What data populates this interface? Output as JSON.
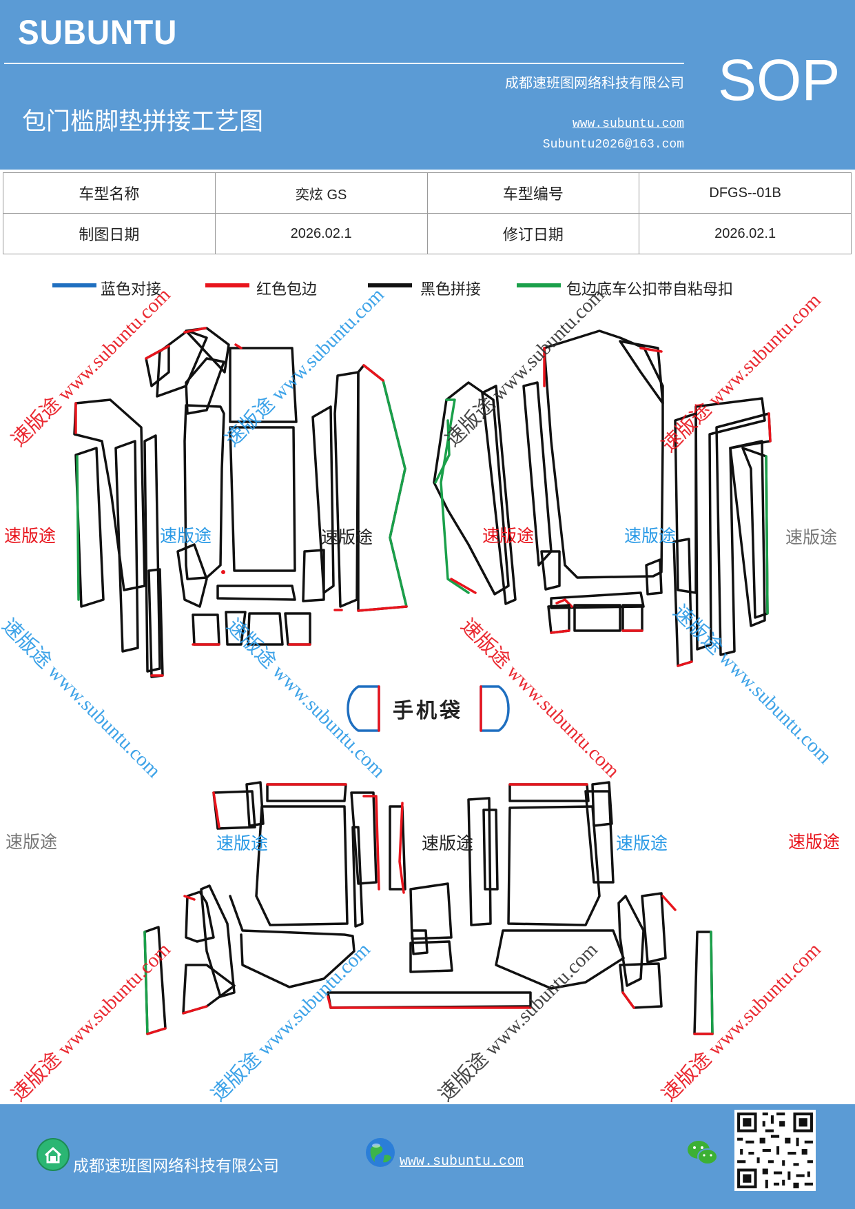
{
  "header": {
    "brand": "SUBUNTU",
    "company": "成都速班图网络科技有限公司",
    "title": "包门槛脚垫拼接工艺图",
    "website": "www.subuntu.com",
    "email": "Subuntu2026@163.com",
    "badge": "SOP"
  },
  "info_table": {
    "rows": [
      [
        "车型名称",
        "奕炫 GS",
        "车型编号",
        "DFGS--01B"
      ],
      [
        "制图日期",
        "2026.02.1",
        "修订日期",
        "2026.02.1"
      ]
    ]
  },
  "legend": [
    {
      "label": "蓝色对接",
      "color": "#1f6fc0"
    },
    {
      "label": "红色包边",
      "color": "#e8141c"
    },
    {
      "label": "黑色拼接",
      "color": "#111111"
    },
    {
      "label": "包边底车公扣带自粘母扣",
      "color": "#1aa04a"
    }
  ],
  "watermarks": {
    "brand_cn": "速版途",
    "site_cn": "速版途 www.subuntu.com"
  },
  "phone_bag": "手机袋",
  "footer": {
    "company": "成都速班图网络科技有限公司",
    "website": "www.subuntu.com"
  },
  "icons": [
    "house-badge-icon",
    "globe-icon",
    "wechat-icon",
    "qr-code"
  ]
}
